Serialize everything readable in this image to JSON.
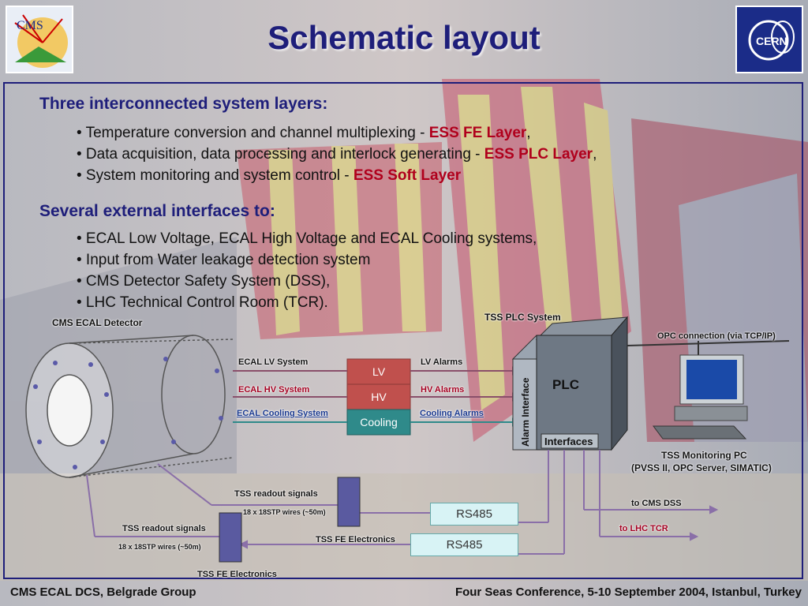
{
  "header": {
    "title": "Schematic layout",
    "cms_logo_text": "CMS",
    "cern_logo_text": "CERN"
  },
  "content": {
    "heading1": "Three interconnected system layers:",
    "layers": [
      {
        "text": "• Temperature conversion and channel multiplexing - ",
        "highlight": "ESS FE Layer",
        "tail": ","
      },
      {
        "text": "• Data acquisition, data processing and interlock generating - ",
        "highlight": "ESS PLC Layer",
        "tail": ","
      },
      {
        "text": "• System monitoring and system control - ",
        "highlight": "ESS Soft Layer",
        "tail": ""
      }
    ],
    "heading2": "Several external interfaces to:",
    "interfaces": [
      "• ECAL Low Voltage, ECAL High Voltage and ECAL Cooling systems,",
      "• Input from Water leakage detection system",
      "• CMS Detector Safety System (DSS),",
      "• LHC Technical Control Room (TCR)."
    ]
  },
  "diagram": {
    "detector_label": "CMS ECAL Detector",
    "tss_plc_system": "TSS PLC System",
    "opc_connection": "OPC connection (via TCP/IP)",
    "ecal_lv_system": "ECAL LV System",
    "ecal_hv_system": "ECAL HV System",
    "ecal_cooling_system": "ECAL Cooling System",
    "lv": "LV",
    "hv": "HV",
    "cooling": "Cooling",
    "lv_alarms": "LV Alarms",
    "hv_alarms": "HV Alarms",
    "cooling_alarms": "Cooling Alarms",
    "alarm_interface": "Alarm Interface",
    "plc": "PLC",
    "interfaces": "Interfaces",
    "monitoring_pc": "TSS Monitoring PC",
    "monitoring_pc_detail": "(PVSS II, OPC Server, SIMATIC)",
    "readout_signals_top": "TSS readout signals",
    "wires_top": "18 x 18STP wires (~50m)",
    "readout_signals_left": "TSS readout signals",
    "wires_left": "18 x 18STP wires (~50m)",
    "rs485_top": "RS485",
    "rs485_bottom": "RS485",
    "fe_electronics_mid": "TSS FE Electronics",
    "fe_electronics_bottom": "TSS FE  Electronics",
    "to_cms_dss": "to CMS DSS",
    "to_lhc_tcr": "to LHC TCR"
  },
  "footer": {
    "left": "CMS ECAL DCS, Belgrade Group",
    "right": "Four Seas Conference, 5-10 September 2004, Istanbul, Turkey"
  },
  "colors": {
    "title": "#1e1e7a",
    "highlight": "#b0001c",
    "lv_box": "#c0504d",
    "cooling_box": "#2f8a8a",
    "arrow": "#8a4f6a"
  }
}
